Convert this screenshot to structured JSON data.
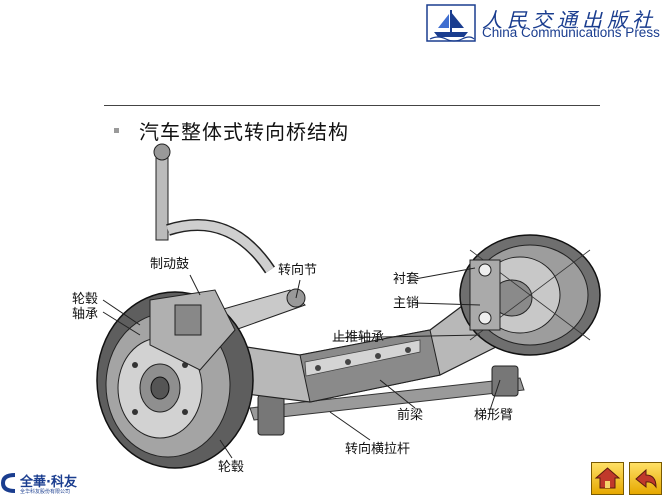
{
  "header": {
    "publisher_cn": "人民交通出版社",
    "publisher_en": "China Communications Press"
  },
  "slide": {
    "title": "汽车整体式转向桥结构"
  },
  "diagram": {
    "labels": {
      "brake_drum": "制动鼓",
      "knuckle": "转向节",
      "hub_bearing_1": "轮毂",
      "hub_bearing_2": "轴承",
      "bushing": "衬套",
      "kingpin": "主销",
      "thrust_bearing": "止推轴承",
      "front_beam": "前梁",
      "trapezoid_arm": "梯形臂",
      "hub": "轮毂",
      "tie_rod": "转向横拉杆"
    }
  },
  "footer": {
    "logo_text": "全華·科友",
    "logo_sub": "全华科友股份有限公司"
  },
  "nav": {
    "home_icon": "home-icon",
    "back_icon": "back-arrow-icon"
  }
}
